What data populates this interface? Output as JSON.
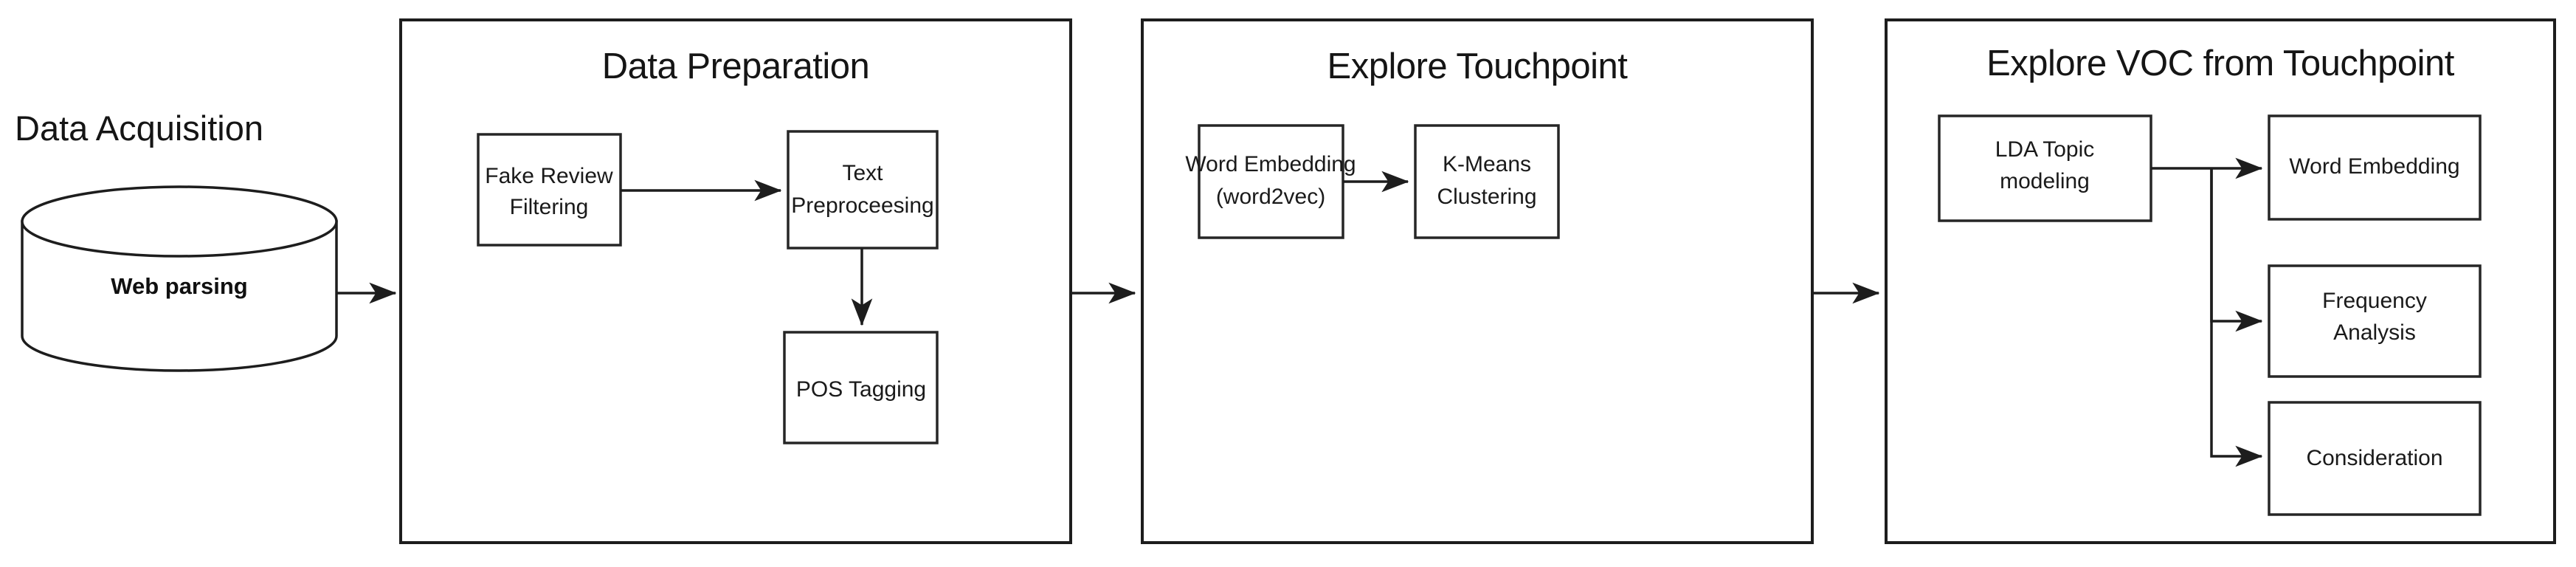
{
  "diagram": {
    "title": "Research methodology pipeline",
    "colors": {
      "background": "#ffffff",
      "stroke": "#1d1d1d",
      "box_stroke": "#262626",
      "text": "#1a1a1a"
    },
    "stages": [
      {
        "id": "data-acquisition",
        "title": "Data  Acquisition",
        "framed": false,
        "nodes": [
          {
            "id": "web-parsing",
            "label": "Web parsing",
            "shape": "cylinder",
            "bold": true
          }
        ]
      },
      {
        "id": "data-preparation",
        "title": "Data  Preparation",
        "framed": true,
        "nodes": [
          {
            "id": "fake-review-filtering",
            "shape": "rect",
            "lines": [
              "Fake Review",
              "Filtering"
            ]
          },
          {
            "id": "text-preproceesing",
            "shape": "rect",
            "lines": [
              "Text",
              "Preproceesing"
            ]
          },
          {
            "id": "pos-tagging",
            "shape": "rect",
            "lines": [
              "POS Tagging"
            ]
          }
        ]
      },
      {
        "id": "explore-touchpoint",
        "title": "Explore Touchpoint",
        "framed": true,
        "nodes": [
          {
            "id": "word-embedding-word2vec",
            "shape": "rect",
            "lines": [
              "Word Embedding",
              "(word2vec)"
            ]
          },
          {
            "id": "k-means-clustering",
            "shape": "rect",
            "lines": [
              "K-Means",
              "Clustering"
            ]
          }
        ]
      },
      {
        "id": "explore-voc-from-touchpoint",
        "title": "Explore VOC from Touchpoint",
        "framed": true,
        "nodes": [
          {
            "id": "lda-topic-modeling",
            "shape": "rect",
            "lines": [
              "LDA Topic",
              "modeling"
            ]
          },
          {
            "id": "word-embedding",
            "shape": "rect",
            "lines": [
              "Word Embedding"
            ]
          },
          {
            "id": "frequency-analysis",
            "shape": "rect",
            "lines": [
              "Frequency",
              "Analysis"
            ]
          },
          {
            "id": "consideration",
            "shape": "rect",
            "lines": [
              "Consideration"
            ]
          }
        ]
      }
    ],
    "connectors": [
      {
        "id": "acq-to-prep",
        "from": "web-parsing",
        "to": "data-preparation",
        "style": "arrow-right"
      },
      {
        "id": "filter-to-preproc",
        "from": "fake-review-filtering",
        "to": "text-preproceesing",
        "style": "arrow-right"
      },
      {
        "id": "preproc-to-pos",
        "from": "text-preproceesing",
        "to": "pos-tagging",
        "style": "arrow-down"
      },
      {
        "id": "prep-to-touchpoint",
        "from": "data-preparation",
        "to": "explore-touchpoint",
        "style": "arrow-right"
      },
      {
        "id": "embed-to-kmeans",
        "from": "word-embedding-word2vec",
        "to": "k-means-clustering",
        "style": "arrow-right"
      },
      {
        "id": "touchpoint-to-voc",
        "from": "explore-touchpoint",
        "to": "explore-voc-from-touchpoint",
        "style": "arrow-right"
      },
      {
        "id": "lda-to-word-embedding",
        "from": "lda-topic-modeling",
        "to": "word-embedding",
        "style": "arrow-right"
      },
      {
        "id": "lda-to-frequency-analysis",
        "from": "lda-topic-modeling",
        "to": "frequency-analysis",
        "style": "elbow-arrow-right"
      },
      {
        "id": "lda-to-consideration",
        "from": "lda-topic-modeling",
        "to": "consideration",
        "style": "elbow-arrow-right"
      }
    ]
  }
}
